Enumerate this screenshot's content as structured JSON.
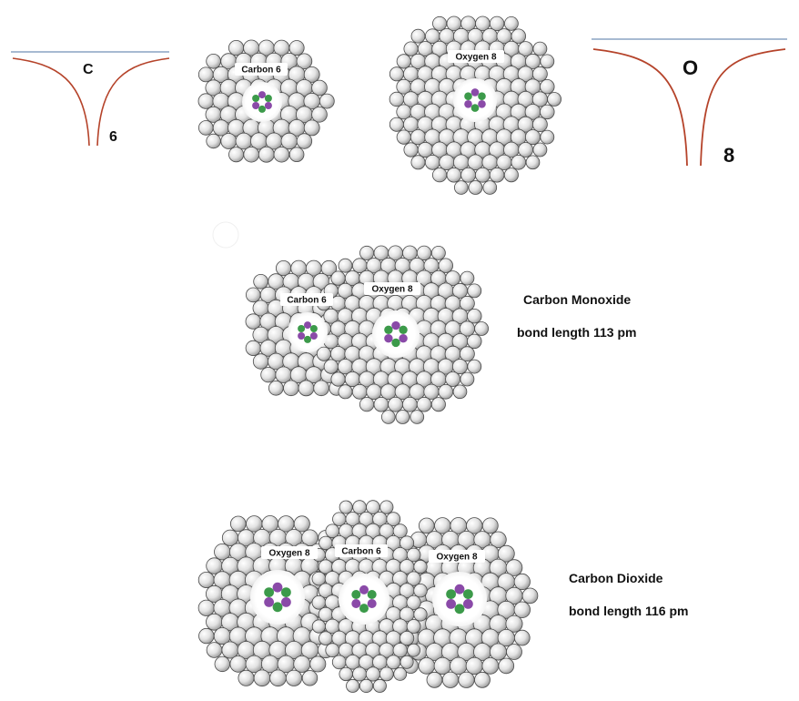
{
  "wells": [
    {
      "symbol": "C",
      "number": "6"
    },
    {
      "symbol": "O",
      "number": "8"
    }
  ],
  "atoms": {
    "carbon": "Carbon 6",
    "oxygen": "Oxygen 8"
  },
  "molecules": {
    "monoxide": {
      "name": "Carbon Monoxide",
      "bond": "bond length 113 pm"
    },
    "dioxide": {
      "name": "Carbon Dioxide",
      "bond": "bond length  116 pm"
    }
  },
  "colors": {
    "well_line": "#b5432a",
    "baseline": "#8aa4c4",
    "ball_fill": "#e6e6e6",
    "ball_stroke": "#4a4a4a",
    "nucleus_purple": "#8a4aa8",
    "nucleus_green": "#3c9a4a",
    "halo": "#ffffff"
  }
}
